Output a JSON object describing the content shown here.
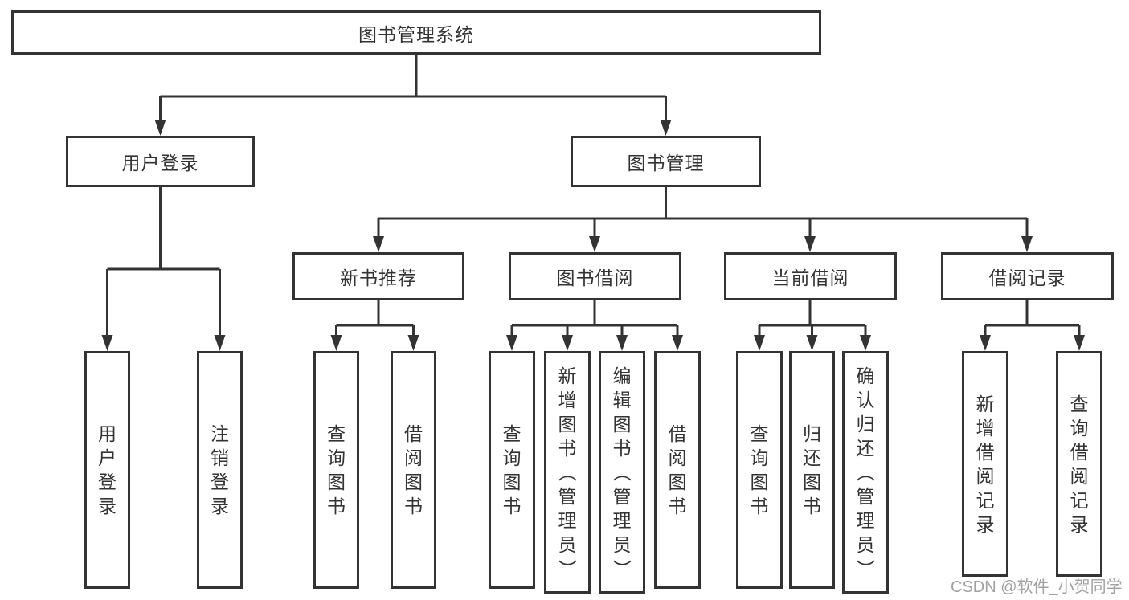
{
  "nodes": {
    "root": "图书管理系统",
    "level2": [
      "用户登录",
      "图书管理"
    ],
    "level3": [
      "新书推荐",
      "图书借阅",
      "当前借阅",
      "借阅记录"
    ],
    "leaves": {
      "user_login": [
        "用户登录",
        "注销登录"
      ],
      "new_books": [
        "查询图书",
        "借阅图书"
      ],
      "book_borrow": [
        "查询图书",
        "新增图书（管理员）",
        "编辑图书（管理员）",
        "借阅图书"
      ],
      "current_borrow": [
        "查询图书",
        "归还图书",
        "确认归还（管理员）"
      ],
      "borrow_records": [
        "新增借阅记录",
        "查询借阅记录"
      ]
    }
  },
  "watermark": {
    "text": "CSDN @软件_小贺同学"
  },
  "colors": {
    "line": "#333333",
    "text": "#333333",
    "background": "#ffffff",
    "watermark": "#8c8c8c"
  }
}
